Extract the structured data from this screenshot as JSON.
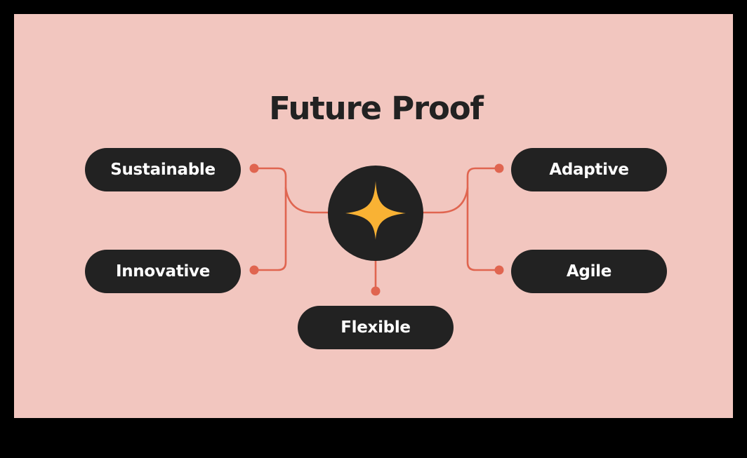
{
  "title": "Future Proof",
  "center": {
    "icon": "sparkle-star-icon",
    "icon_color": "#F9B234"
  },
  "nodes": {
    "top_left": "Sustainable",
    "bottom_left": "Innovative",
    "top_right": "Adaptive",
    "bottom_right": "Agile",
    "bottom": "Flexible"
  },
  "colors": {
    "background": "#F2C6BF",
    "pill": "#222222",
    "pill_text": "#FFFFFF",
    "connector": "#E06550",
    "title": "#222222"
  }
}
